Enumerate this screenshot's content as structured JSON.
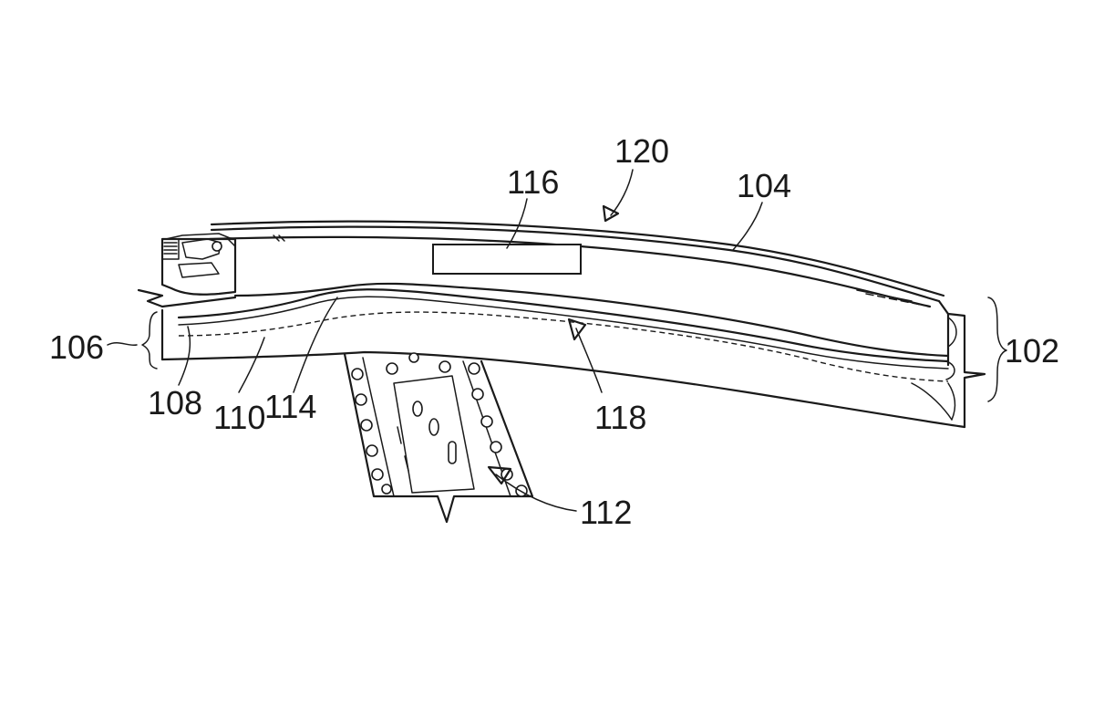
{
  "figure": {
    "labels": {
      "r102": "102",
      "r104": "104",
      "r106": "106",
      "r108": "108",
      "r110": "110",
      "r112": "112",
      "r114": "114",
      "r116": "116",
      "r118": "118",
      "r120": "120"
    }
  }
}
